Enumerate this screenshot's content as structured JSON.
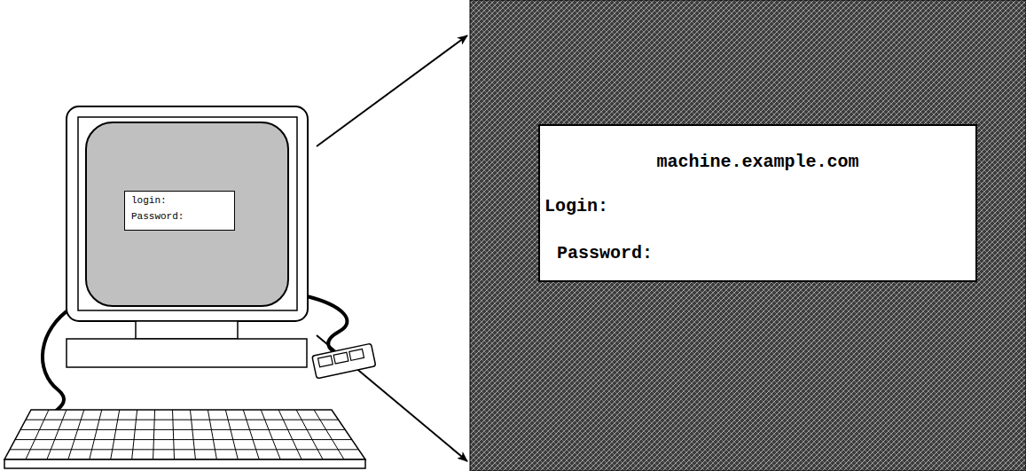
{
  "diagram": {
    "nodes": [
      {
        "text": [
          "login:",
          "Password:"
        ]
      },
      {
        "text": [
          "machine.example.com",
          "Login:",
          "Password:"
        ]
      }
    ]
  }
}
